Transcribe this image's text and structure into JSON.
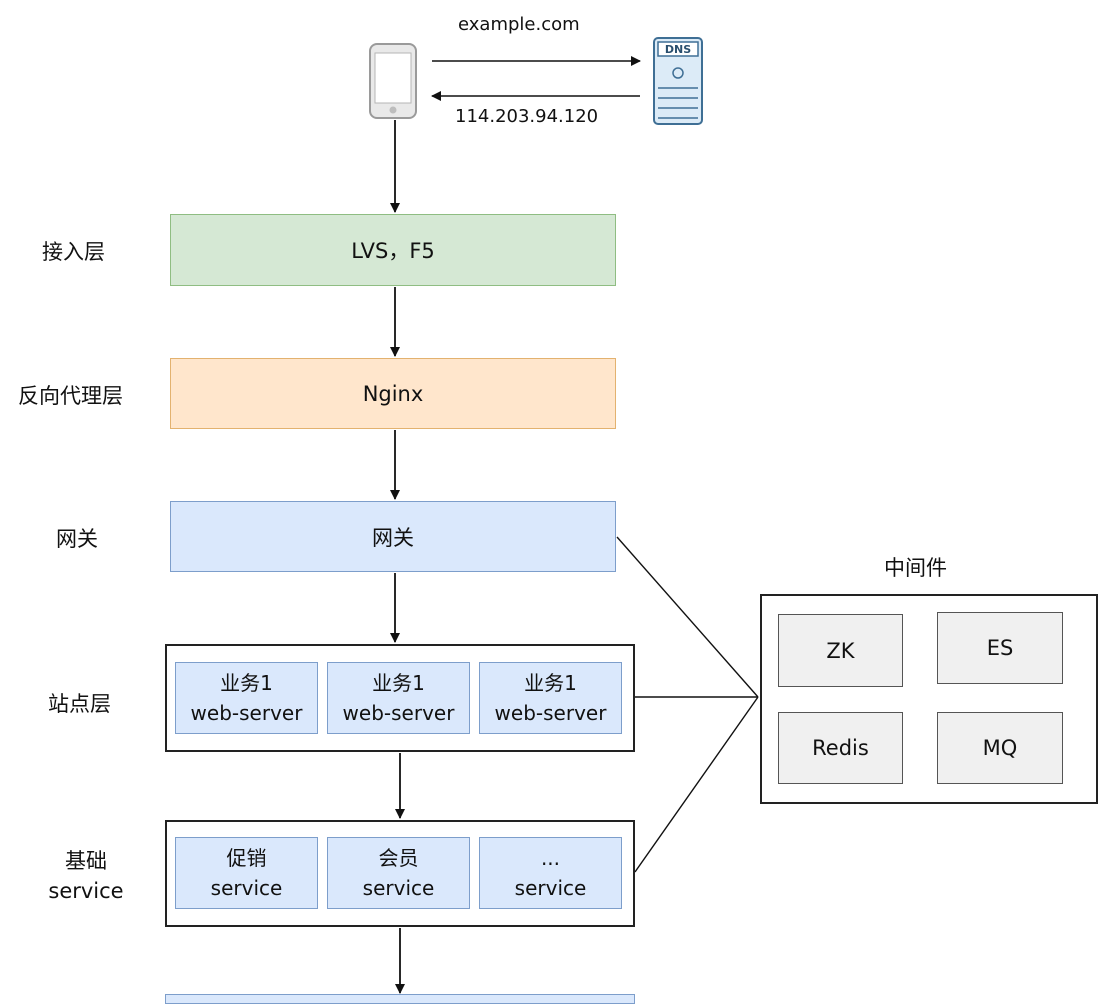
{
  "top": {
    "domain": "example.com",
    "ip": "114.203.94.120",
    "dns_label": "DNS"
  },
  "layers": {
    "access": {
      "label": "接入层",
      "box": "LVS，F5"
    },
    "proxy": {
      "label": "反向代理层",
      "box": "Nginx"
    },
    "gateway": {
      "label": "网关",
      "box": "网关"
    },
    "site": {
      "label": "站点层",
      "items": [
        {
          "line1": "业务1",
          "line2": "web-server"
        },
        {
          "line1": "业务1",
          "line2": "web-server"
        },
        {
          "line1": "业务1",
          "line2": "web-server"
        }
      ]
    },
    "base": {
      "label_line1": "基础",
      "label_line2": "service",
      "items": [
        {
          "line1": "促销",
          "line2": "service"
        },
        {
          "line1": "会员",
          "line2": "service"
        },
        {
          "line1": "...",
          "line2": "service"
        }
      ]
    }
  },
  "middleware": {
    "title": "中间件",
    "items": [
      "ZK",
      "ES",
      "Redis",
      "MQ"
    ]
  },
  "colors": {
    "access_fill": "#d5e8d4",
    "proxy_fill": "#ffe6cc",
    "gateway_fill": "#dae8fc",
    "middleware_fill": "#f0f0f0"
  }
}
